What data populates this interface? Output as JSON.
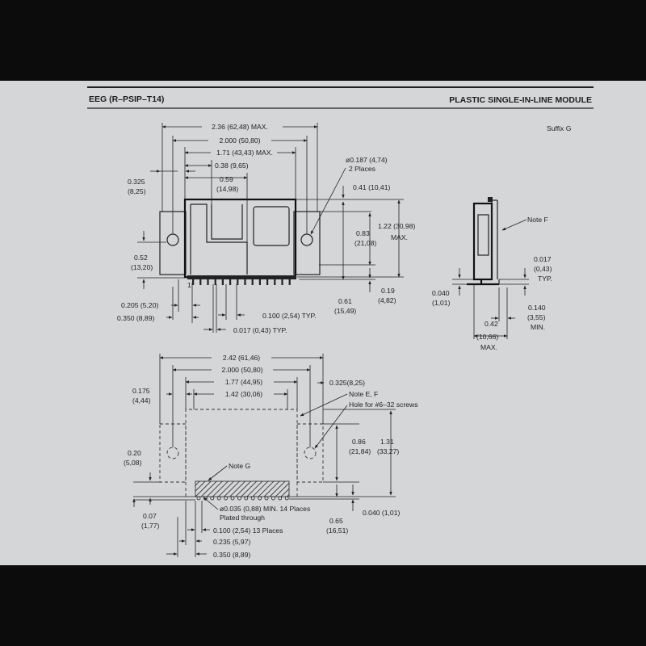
{
  "header": {
    "left_title": "EEG  (R–PSIP–T14)",
    "right_title": "PLASTIC SINGLE-IN-LINE MODULE",
    "suffix": "Suffix G"
  },
  "top_view": {
    "d_236": "2.36 (62,48) MAX.",
    "d_2000": "2.000 (50,80)",
    "d_171": "1.71 (43,43) MAX.",
    "d_038": "0.38 (9,65)",
    "d_059_a": "0.59",
    "d_059_b": "(14,98)",
    "d_0325_a": "0.325",
    "d_0325_b": "(8,25)",
    "hole_a": "ø0.187 (4,74)",
    "hole_b": "2 Places",
    "d_041": "0.41 (10,41)",
    "d_122_a": "1.22 (30,98)",
    "d_122_b": "MAX.",
    "d_083_a": "0.83",
    "d_083_b": "(21,08)",
    "d_052_a": "0.52",
    "d_052_b": "(13,20)",
    "pin1": "1",
    "d_061_a": "0.61",
    "d_061_b": "(15,49)",
    "d_019_a": "0.19",
    "d_019_b": "(4,82)",
    "d_0205": "0.205 (5,20)",
    "d_0350": "0.350 (8,89)",
    "d_0100": "0.100 (2,54) TYP.",
    "d_0017": "0.017 (0,43) TYP."
  },
  "side_view": {
    "note_f": "Note F",
    "d_0017_a": "0.017",
    "d_0017_b": "(0,43)",
    "d_0017_c": "TYP.",
    "d_0040_a": "0.040",
    "d_0040_b": "(1,01)",
    "d_042_a": "0.42",
    "d_042_b": "(10,66)",
    "d_042_c": "MAX.",
    "d_0140_a": "0.140",
    "d_0140_b": "(3,55)",
    "d_0140_c": "MIN."
  },
  "bottom_view": {
    "d_242": "2.42 (61,46)",
    "d_2000": "2.000 (50,80)",
    "d_177": "1.77 (44,95)",
    "d_0325": "0.325(8,25)",
    "d_0175_a": "0.175",
    "d_0175_b": "(4,44)",
    "d_142": "1.42 (30,06)",
    "note_ef": "Note E, F",
    "screw_hole": "Hole for #6–32 screws",
    "d_020_a": "0.20",
    "d_020_b": "(5,08)",
    "d_086_a": "0.86",
    "d_086_b": "(21,84)",
    "d_131_a": "1.31",
    "d_131_b": "(33,27)",
    "note_g": "Note G",
    "d_007_a": "0.07",
    "d_007_b": "(1,77)",
    "d_0035_a": "ø0.035 (0,88) MIN. 14 Places",
    "d_0035_b": "Plated through",
    "d_0040": "0.040 (1,01)",
    "d_065_a": "0.65",
    "d_065_b": "(16,51)",
    "d_0100": "0.100 (2,54) 13 Places",
    "d_0235": "0.235 (5,97)",
    "d_0350": "0.350 (8,89)"
  }
}
